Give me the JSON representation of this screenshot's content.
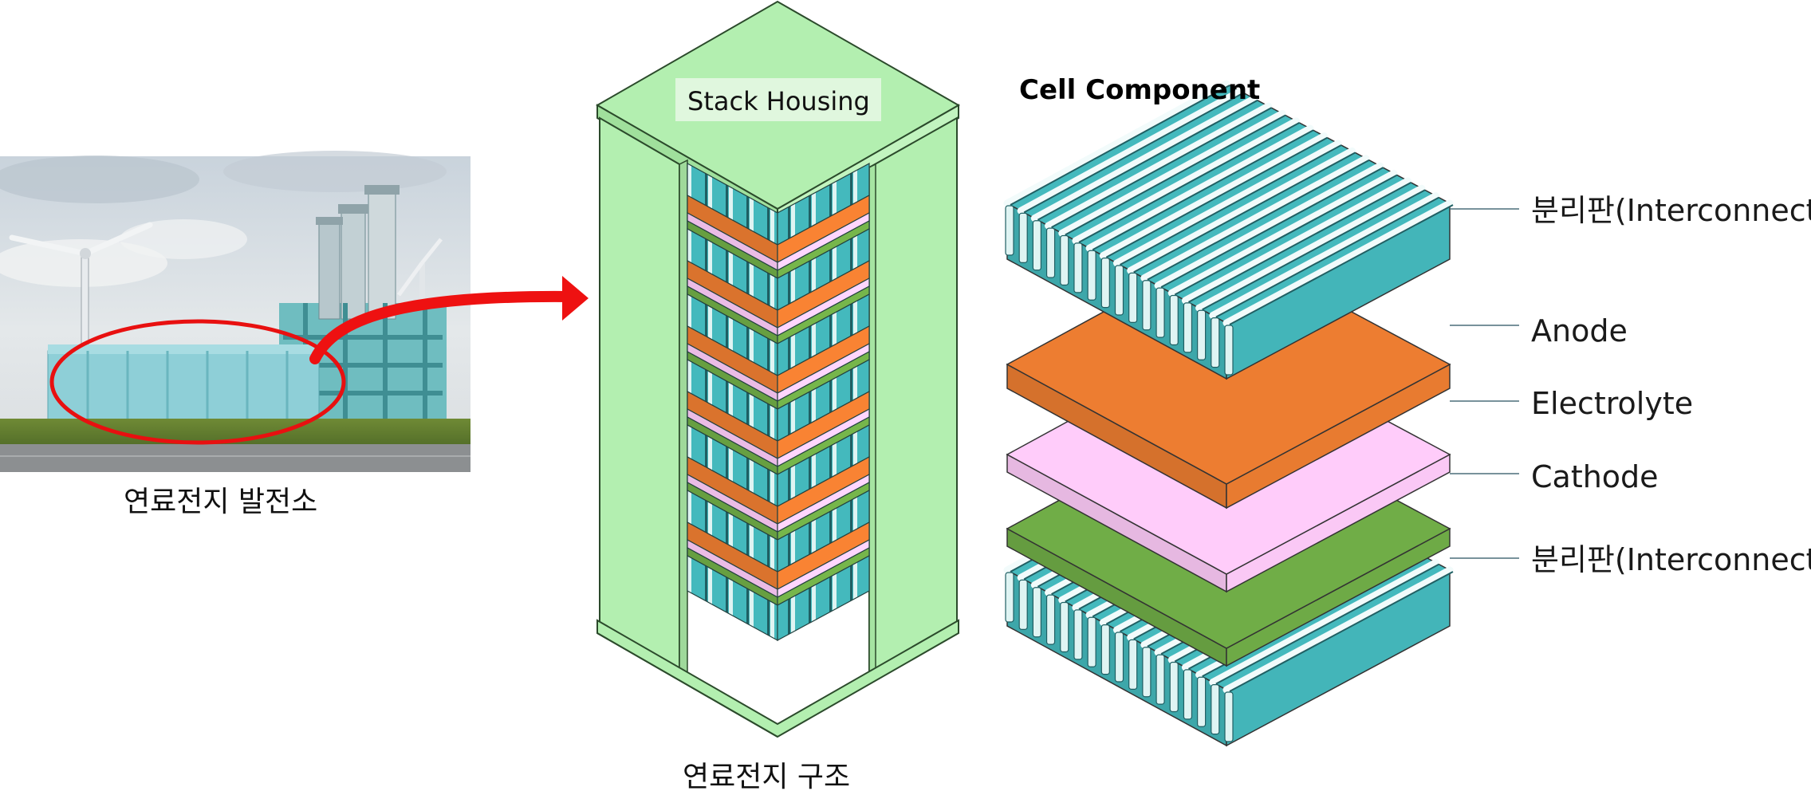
{
  "photo": {
    "caption": "연료전지 발전소"
  },
  "stack": {
    "housing_label": "Stack Housing",
    "caption": "연료전지 구조"
  },
  "cell": {
    "title": "Cell Component",
    "layers": [
      {
        "label": "분리판(Interconnect)",
        "color": "#44b9bd"
      },
      {
        "label": "Anode",
        "color": "#ed7d31"
      },
      {
        "label": "Electrolyte",
        "color": "#ffccfa"
      },
      {
        "label": "Cathode",
        "color": "#70ad47"
      },
      {
        "label": "분리판(Interconnect)",
        "color": "#44b9bd"
      }
    ]
  },
  "colors": {
    "housing": "#b3efb0",
    "arrow": "#ee1111",
    "highlight_ellipse": "#e81010"
  }
}
